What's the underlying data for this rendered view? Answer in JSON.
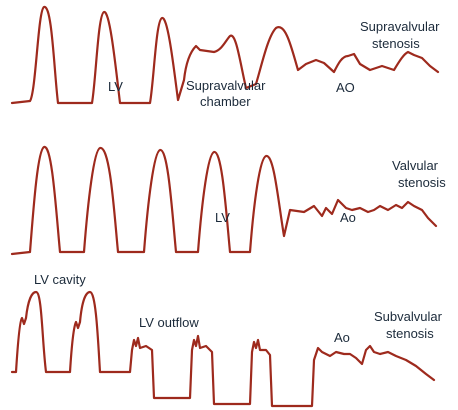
{
  "panels": [
    {
      "id": "supravalvular",
      "labels": {
        "title": [
          "Supravalvular",
          "stenosis"
        ],
        "lv": "LV",
        "chamber": [
          "Supravalvular",
          "chamber"
        ],
        "ao": "AO"
      }
    },
    {
      "id": "valvular",
      "labels": {
        "title": [
          "Valvular",
          "stenosis"
        ],
        "lv": "LV",
        "ao": "Ao"
      }
    },
    {
      "id": "subvalvular",
      "labels": {
        "cavity": "LV cavity",
        "outflow": "LV outflow",
        "ao": "Ao",
        "title": [
          "Subvalvular",
          "stenosis"
        ]
      }
    }
  ],
  "colors": {
    "trace": "#9e2a1d",
    "text": "#1b2a3a"
  }
}
